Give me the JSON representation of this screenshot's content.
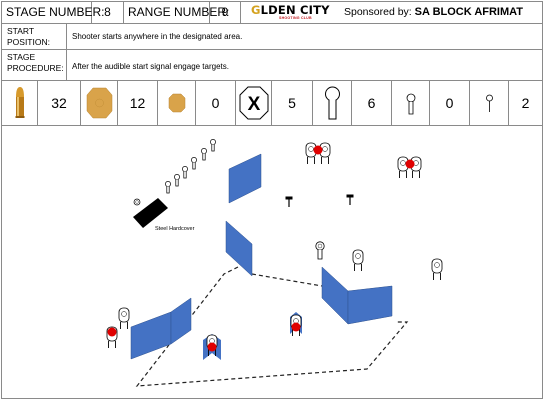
{
  "header": {
    "stage_number_label": "STAGE NUMBER:",
    "stage_number": "8",
    "range_number_label": "RANGE NUMBER:",
    "range_number": "9",
    "logo_text_gold": "G",
    "logo_text_rest": "LDEN CITY",
    "logo_sub": "SHOOTING CLUB",
    "sponsor_label": "Sponsored by:",
    "sponsor_name": "SA BLOCK AFRIMAT"
  },
  "start_position": {
    "label_line1": "START",
    "label_line2": "POSITION:",
    "text": "Shooter starts anywhere in the designated area."
  },
  "stage_procedure": {
    "label_line1": "STAGE",
    "label_line2": "PROCEDURE:",
    "text": "After the audible start signal engage targets."
  },
  "counts": {
    "rounds": "32",
    "paper_targets": "12",
    "mini_paper_targets": "0",
    "no_shoots": "5",
    "steel_poppers": "6",
    "mini_poppers": "0",
    "steel_plates": "2"
  },
  "diagram": {
    "hardcover_label": "Steel Hardcover"
  },
  "colors": {
    "wall_blue": "#4472c4",
    "no_shoot_red": "#e00000",
    "target_tan": "#d9a34a",
    "bullet_gold": "#c98a1e",
    "logo_gold": "#d4a21f"
  },
  "icons": [
    "bullet-icon",
    "paper-target-icon",
    "mini-paper-target-icon",
    "no-shoot-icon",
    "popper-icon",
    "mini-popper-icon",
    "plate-icon"
  ]
}
